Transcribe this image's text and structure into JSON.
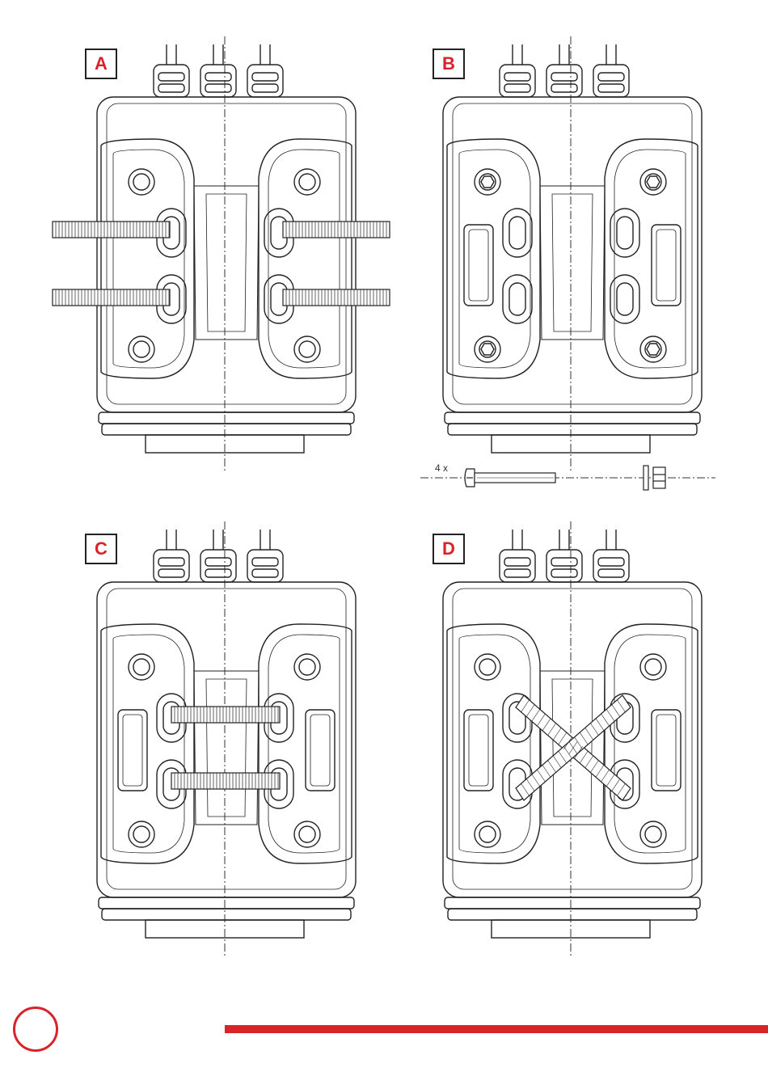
{
  "panels": [
    {
      "id": "A",
      "label": "A",
      "variant": "straps-outside"
    },
    {
      "id": "B",
      "label": "B",
      "variant": "bolts"
    },
    {
      "id": "C",
      "label": "C",
      "variant": "straps-inside"
    },
    {
      "id": "D",
      "label": "D",
      "variant": "straps-crossed"
    }
  ],
  "hardware": {
    "quantity_label": "4 x",
    "icons": [
      "bolt-icon",
      "washer-icon",
      "nut-icon"
    ]
  },
  "colors": {
    "accent": "#d8232a",
    "line": "#222222"
  }
}
